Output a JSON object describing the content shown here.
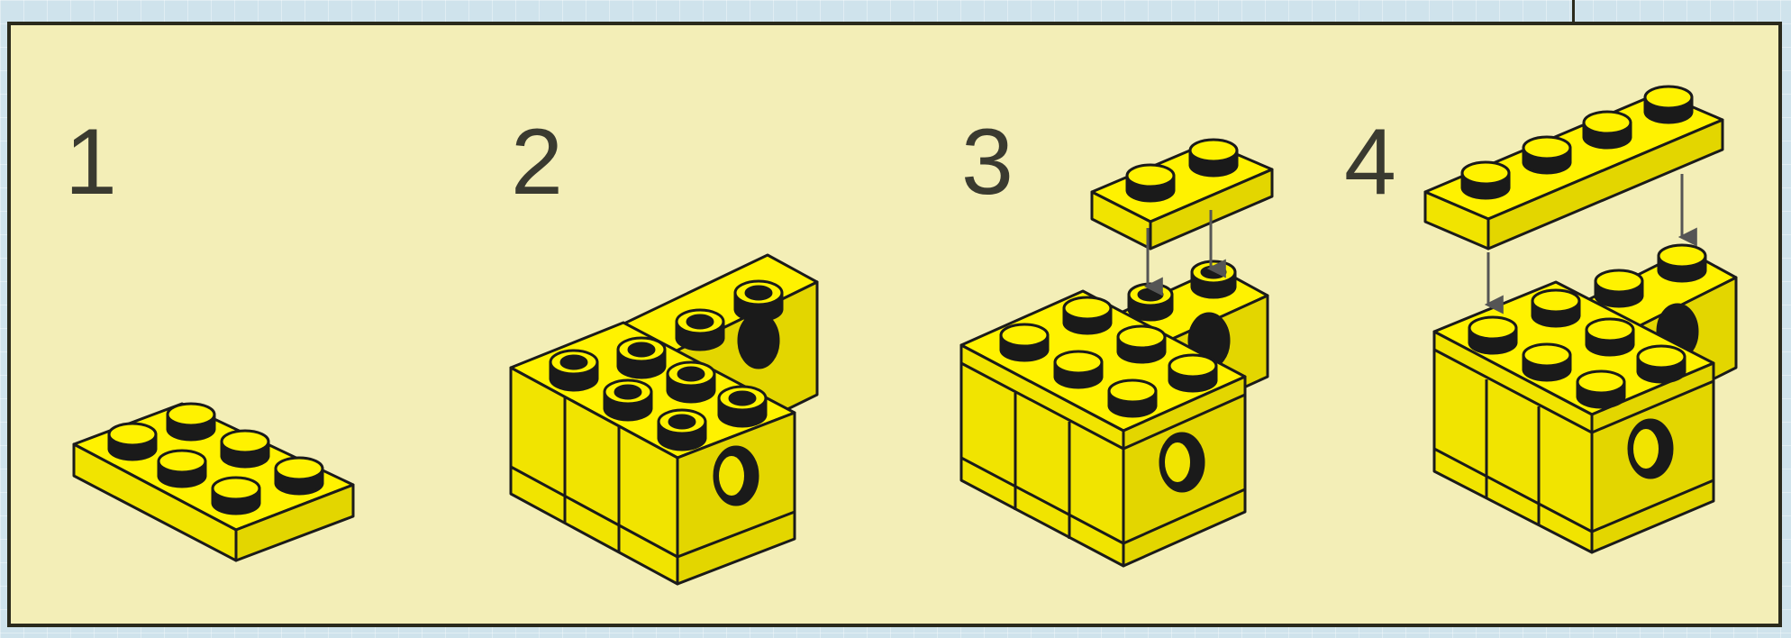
{
  "steps": [
    {
      "number": "1"
    },
    {
      "number": "2"
    },
    {
      "number": "3"
    },
    {
      "number": "4"
    }
  ],
  "colors": {
    "panel": "#f3eeb7",
    "brick_top": "#fff200",
    "brick_left": "#f1e400",
    "brick_right": "#e3d600",
    "outline": "#1a1a1a",
    "arrow": "#555555"
  },
  "icons": [
    "lego-plate-2x3-icon",
    "lego-technic-brick-icon",
    "lego-plate-1x2-icon",
    "lego-plate-1x4-icon",
    "down-arrow-icon"
  ]
}
